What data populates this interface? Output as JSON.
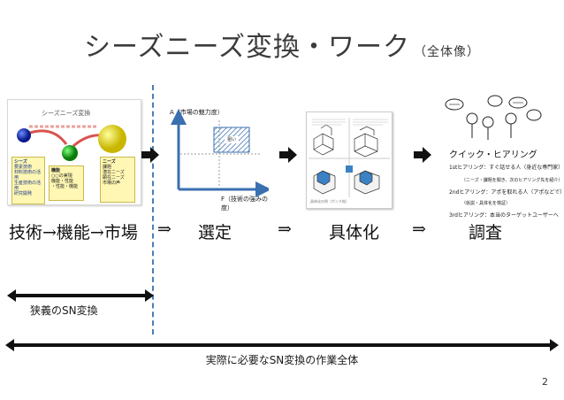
{
  "title": {
    "main": "シーズニーズ変換・ワーク",
    "sub": "（全体像）"
  },
  "panel1": {
    "title": "シーズニーズ変換",
    "box_seeds": {
      "title": "シーズ",
      "lines": [
        "要素技術",
        "材料技術の活用",
        "生産技術の活用",
        "研究開発",
        "技術"
      ]
    },
    "box_function": {
      "title": "機能",
      "lines": [
        "○○の実現",
        "機能・性能",
        "・性能・機能"
      ]
    },
    "box_needs": {
      "title": "ニーズ",
      "lines": [
        "課題",
        "潜在ニーズ",
        "顕在ニーズ",
        "市場の声"
      ]
    }
  },
  "panel2": {
    "y_axis": "A（市場の魅力度）",
    "x_axis": "F（技術の強みの度）",
    "highlight": "狙い"
  },
  "panel3": {
    "caption": "具体化の例（ポンチ絵）"
  },
  "panel4": {
    "title": "クイック・ヒアリング",
    "lines": [
      "1stヒアリング：すぐ話せる人（身近な専門家）",
      "（ニーズ・課題を聞き、次のヒアリング先を紹介）",
      "2ndヒアリング：アポを取れる人（アポなどで）",
      "（仮説・具体化を検証）",
      "3rdヒアリング：本当のターゲットユーザーへ"
    ]
  },
  "pipeline": {
    "step1": "技術→機能→市場",
    "arrow1": "⇒",
    "step2": "選定",
    "arrow2": "⇒",
    "step3": "具体化",
    "arrow3": "⇒",
    "step4": "調査"
  },
  "scope": {
    "narrow": "狭義のSN変換",
    "full": "実際に必要なSN変換の作業全体"
  },
  "page_number": "2"
}
